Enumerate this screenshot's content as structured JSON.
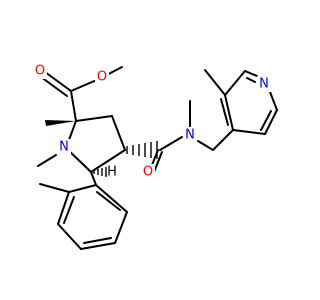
{
  "structure": {
    "atoms": {
      "ester_o_double": {
        "symbol": "O",
        "color": "#ff0000"
      },
      "ester_o_single": {
        "symbol": "O",
        "color": "#ff0000"
      },
      "ring_n": {
        "symbol": "N",
        "color": "#0000ff"
      },
      "amide_n": {
        "symbol": "N",
        "color": "#0000ff"
      },
      "amide_o": {
        "symbol": "O",
        "color": "#ff0000"
      },
      "pyridine_n": {
        "symbol": "N",
        "color": "#0000ff"
      },
      "stereo_h": {
        "symbol": "H",
        "color": "#000000"
      }
    }
  }
}
